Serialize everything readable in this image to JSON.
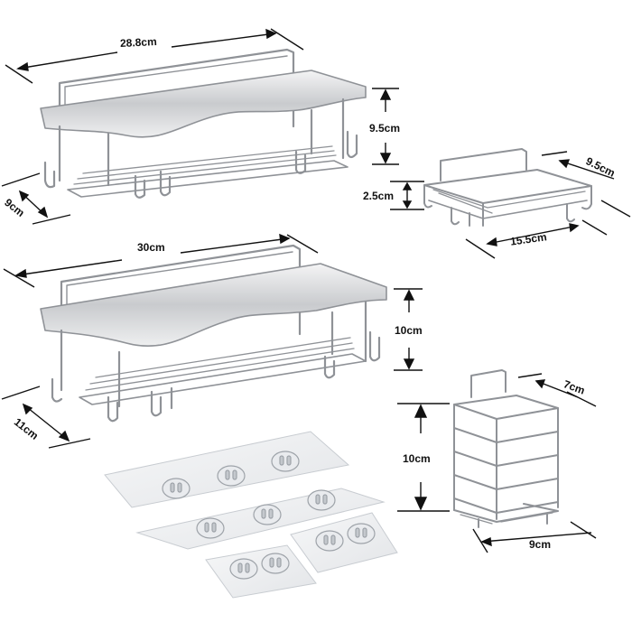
{
  "dimensions": {
    "shelf_large_width": "28.8cm",
    "shelf_large_height": "9.5cm",
    "shelf_large_depth": "9cm",
    "soap_dish_depth": "9.5cm",
    "soap_dish_height": "2.5cm",
    "soap_dish_width": "15.5cm",
    "shelf_medium_width": "30cm",
    "shelf_medium_height": "10cm",
    "shelf_medium_depth": "11cm",
    "holder_depth": "7cm",
    "holder_height": "10cm",
    "holder_width": "9cm"
  },
  "colors": {
    "metal": "#8f9297",
    "metal_light": "#d9dadd",
    "dimension_line": "#111111",
    "adhesive_pad": "#eef0f2"
  },
  "icons": [
    "adhesive-hook-icon"
  ]
}
